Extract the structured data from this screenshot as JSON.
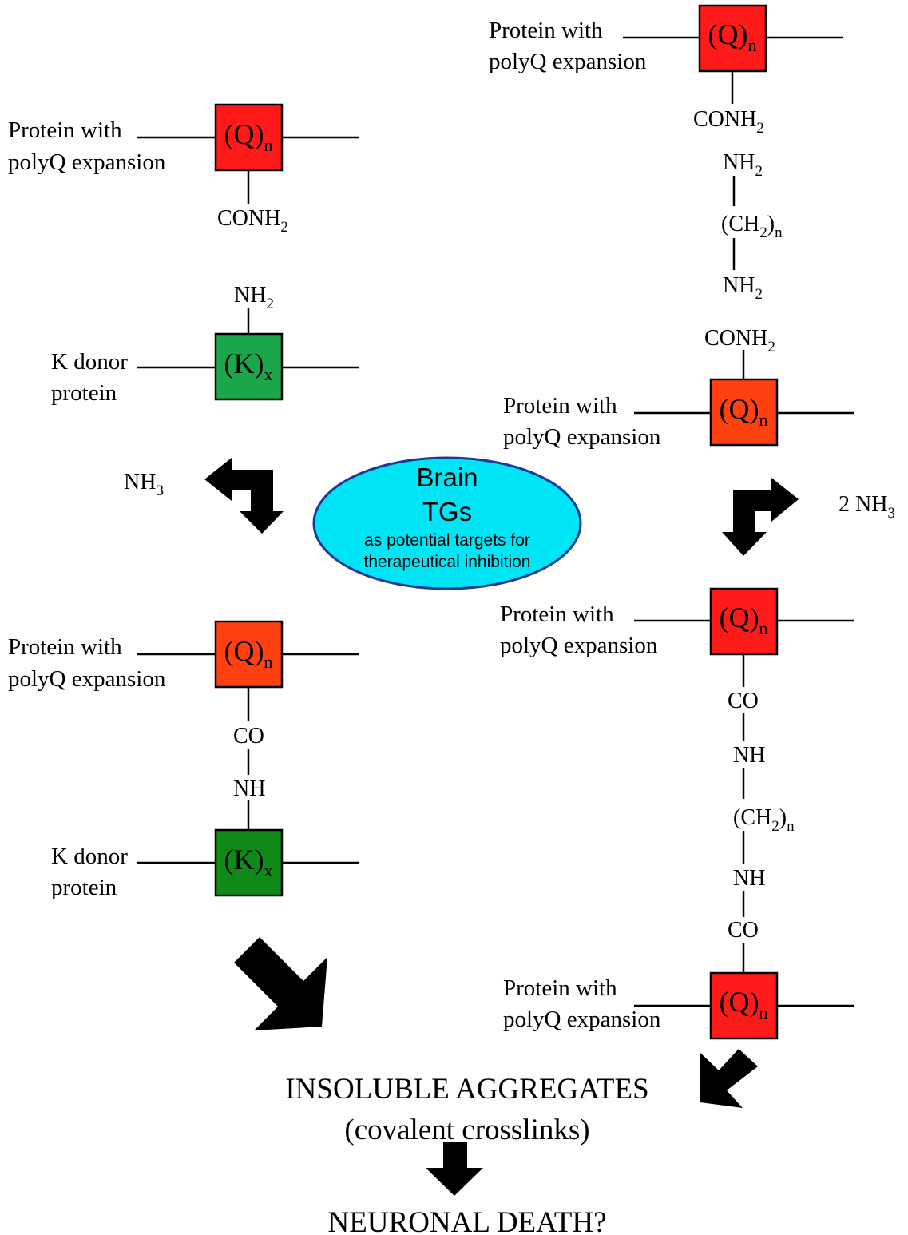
{
  "colors": {
    "q_red": "#ff1a1a",
    "q_orange": "#ff4010",
    "k_green_light": "#1ca64a",
    "k_green_dark": "#0f8a18",
    "ellipse_fill": "#00e5f5",
    "ellipse_stroke": "#1a3a9a",
    "box_text_red": "#a80000",
    "box_text_green": "#003300",
    "ellipse_text": "#102a70"
  },
  "labels": {
    "polyq_line1": "Protein with",
    "polyq_line2": "polyQ expansion",
    "k_line1": "K donor",
    "k_line2": "protein"
  },
  "boxes": {
    "q_main": "(Q)",
    "q_sub": "n",
    "k_main": "(K)",
    "k_sub": "x"
  },
  "chem": {
    "conh": "CONH",
    "nh": "NH",
    "sub2": "2",
    "co": "CO",
    "ch2_open": "(CH",
    "ch2_close": ")",
    "ch2_sub_n": "n",
    "nh3_main": "NH",
    "nh3_sub": "3",
    "two_nh3_main": "2 NH",
    "two_nh3_sub": "3"
  },
  "ellipse": {
    "title_line1": "Brain",
    "title_line2": "TGs",
    "note_line1": "as potential targets for",
    "note_line2": "therapeutical inhibition"
  },
  "outcome": {
    "line1": "INSOLUBLE AGGREGATES",
    "line2": "(covalent crosslinks)",
    "line3": "NEURONAL DEATH?"
  }
}
